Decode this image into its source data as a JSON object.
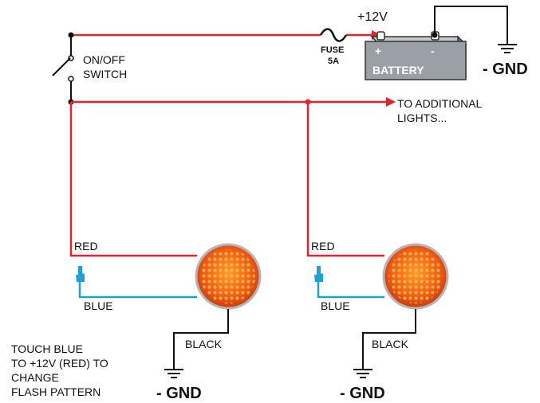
{
  "battery": {
    "label": "BATTERY",
    "plus_sign": "+",
    "minus_sign": "-",
    "voltage_label": "+12V"
  },
  "fuse": {
    "label": "FUSE",
    "rating": "5A"
  },
  "switch": {
    "label_line1": "ON/OFF",
    "label_line2": "SWITCH"
  },
  "ground": {
    "label": "- GND"
  },
  "branch": {
    "label_line1": "TO ADDITIONAL",
    "label_line2": "LIGHTS..."
  },
  "wires": {
    "red": "RED",
    "blue": "BLUE",
    "black": "BLACK"
  },
  "note": {
    "line1": "TOUCH BLUE",
    "line2": "TO +12V (RED) TO",
    "line3": "CHANGE",
    "line4": "FLASH PATTERN"
  },
  "colors": {
    "red_wire": "#e2242b",
    "blue_wire": "#1da1d8",
    "black_wire": "#111111",
    "battery_body": "#9aa0a6",
    "light_amber": "#f26a1b"
  }
}
